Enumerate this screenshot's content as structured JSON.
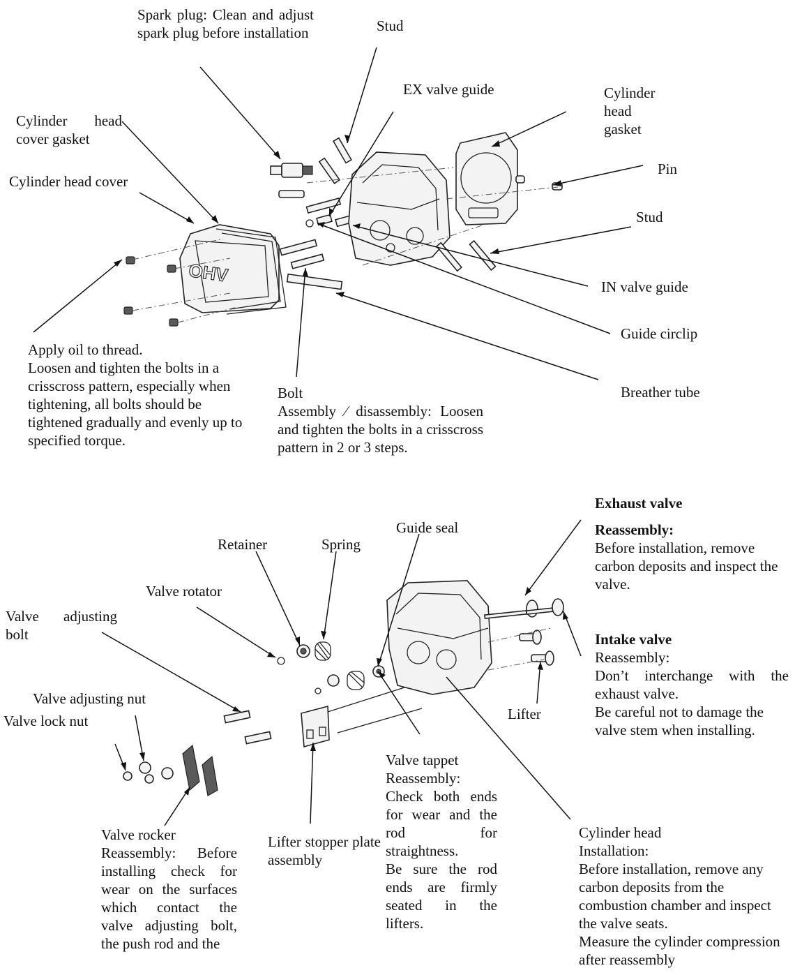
{
  "top_assembly": {
    "cover_logo": "OHV",
    "labels": {
      "spark_plug": "Spark plug: Clean and adjust spark plug before installation",
      "stud_top": "Stud",
      "ex_valve_guide": "EX valve guide",
      "cylinder_head_gasket": "Cylinder\nhead\ngasket",
      "cylinder_head_cover_gasket": "Cylinder head cover gasket",
      "pin": "Pin",
      "cylinder_head_cover": "Cylinder head cover",
      "stud_right": "Stud",
      "in_valve_guide": "IN valve guide",
      "guide_circlip": "Guide circlip",
      "breather_tube": "Breather tube",
      "apply_oil_note": "Apply oil to thread.\nLoosen and tighten the bolts in a crisscross pattern, especially when tightening, all bolts should be tightened gradually and evenly up to specified torque.",
      "bolt_title": "Bolt",
      "bolt_note": "Assembly ⁄ disassembly: Loosen and tighten the bolts in a crisscross pattern in 2 or 3 steps."
    }
  },
  "bottom_assembly": {
    "labels": {
      "exhaust_valve_title": "Exhaust valve",
      "exhaust_reassembly_title": "Reassembly:",
      "exhaust_note": "Before installation, remove carbon deposits and inspect the valve.",
      "guide_seal": "Guide seal",
      "retainer": "Retainer",
      "spring": "Spring",
      "valve_rotator": "Valve rotator",
      "valve_adjusting_bolt": "Valve adjusting bolt",
      "intake_valve_title": "Intake valve",
      "intake_reassembly": "Reassembly:",
      "intake_note_1": "Don’t interchange with the exhaust valve.",
      "intake_note_2": "Be careful not to damage the valve stem when installing.",
      "valve_adjusting_nut": "Valve adjusting nut",
      "lifter": "Lifter",
      "valve_lock_nut": "Valve lock nut",
      "valve_tappet": "Valve tappet\nReassembly:\nCheck both ends for wear and the rod for straightness.\nBe sure the rod ends are firmly seated in the lifters.",
      "cylinder_head": "Cylinder head\nInstallation:\nBefore installation, remove any carbon deposits from the combustion chamber and inspect the valve seats.\nMeasure the cylinder compression after reassembly",
      "valve_rocker": "Valve rocker\nReassembly: Before installing check for wear on the surfaces which contact the valve adjusting bolt, the push rod and the",
      "lifter_stopper": "Lifter stopper plate assembly"
    }
  }
}
